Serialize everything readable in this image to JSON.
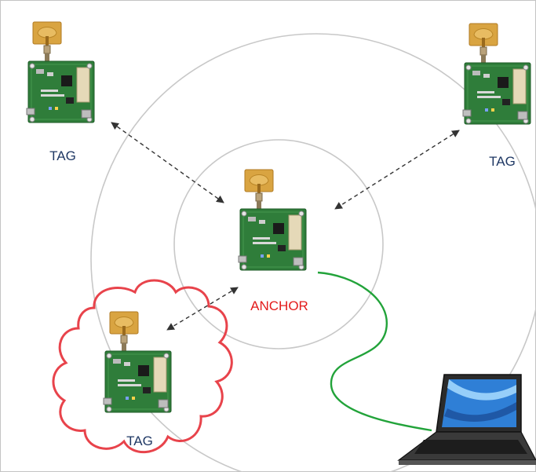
{
  "labels": {
    "tag_top_left": "TAG",
    "tag_top_right": "TAG",
    "anchor": "ANCHOR",
    "tag_bottom_left": "TAG"
  },
  "colors": {
    "tag_label": "#1f3864",
    "anchor_label": "#e31b1b",
    "range_circle": "#c8c8c8",
    "link_arrow": "#333333",
    "usb_cable": "#22a33a",
    "cloud_outline": "#e8434b",
    "board": "#2f7d3a",
    "antenna": "#d9a441"
  },
  "icons": {
    "board": "uwb-module-board-icon",
    "antenna": "patch-antenna-icon",
    "laptop": "laptop-icon"
  }
}
